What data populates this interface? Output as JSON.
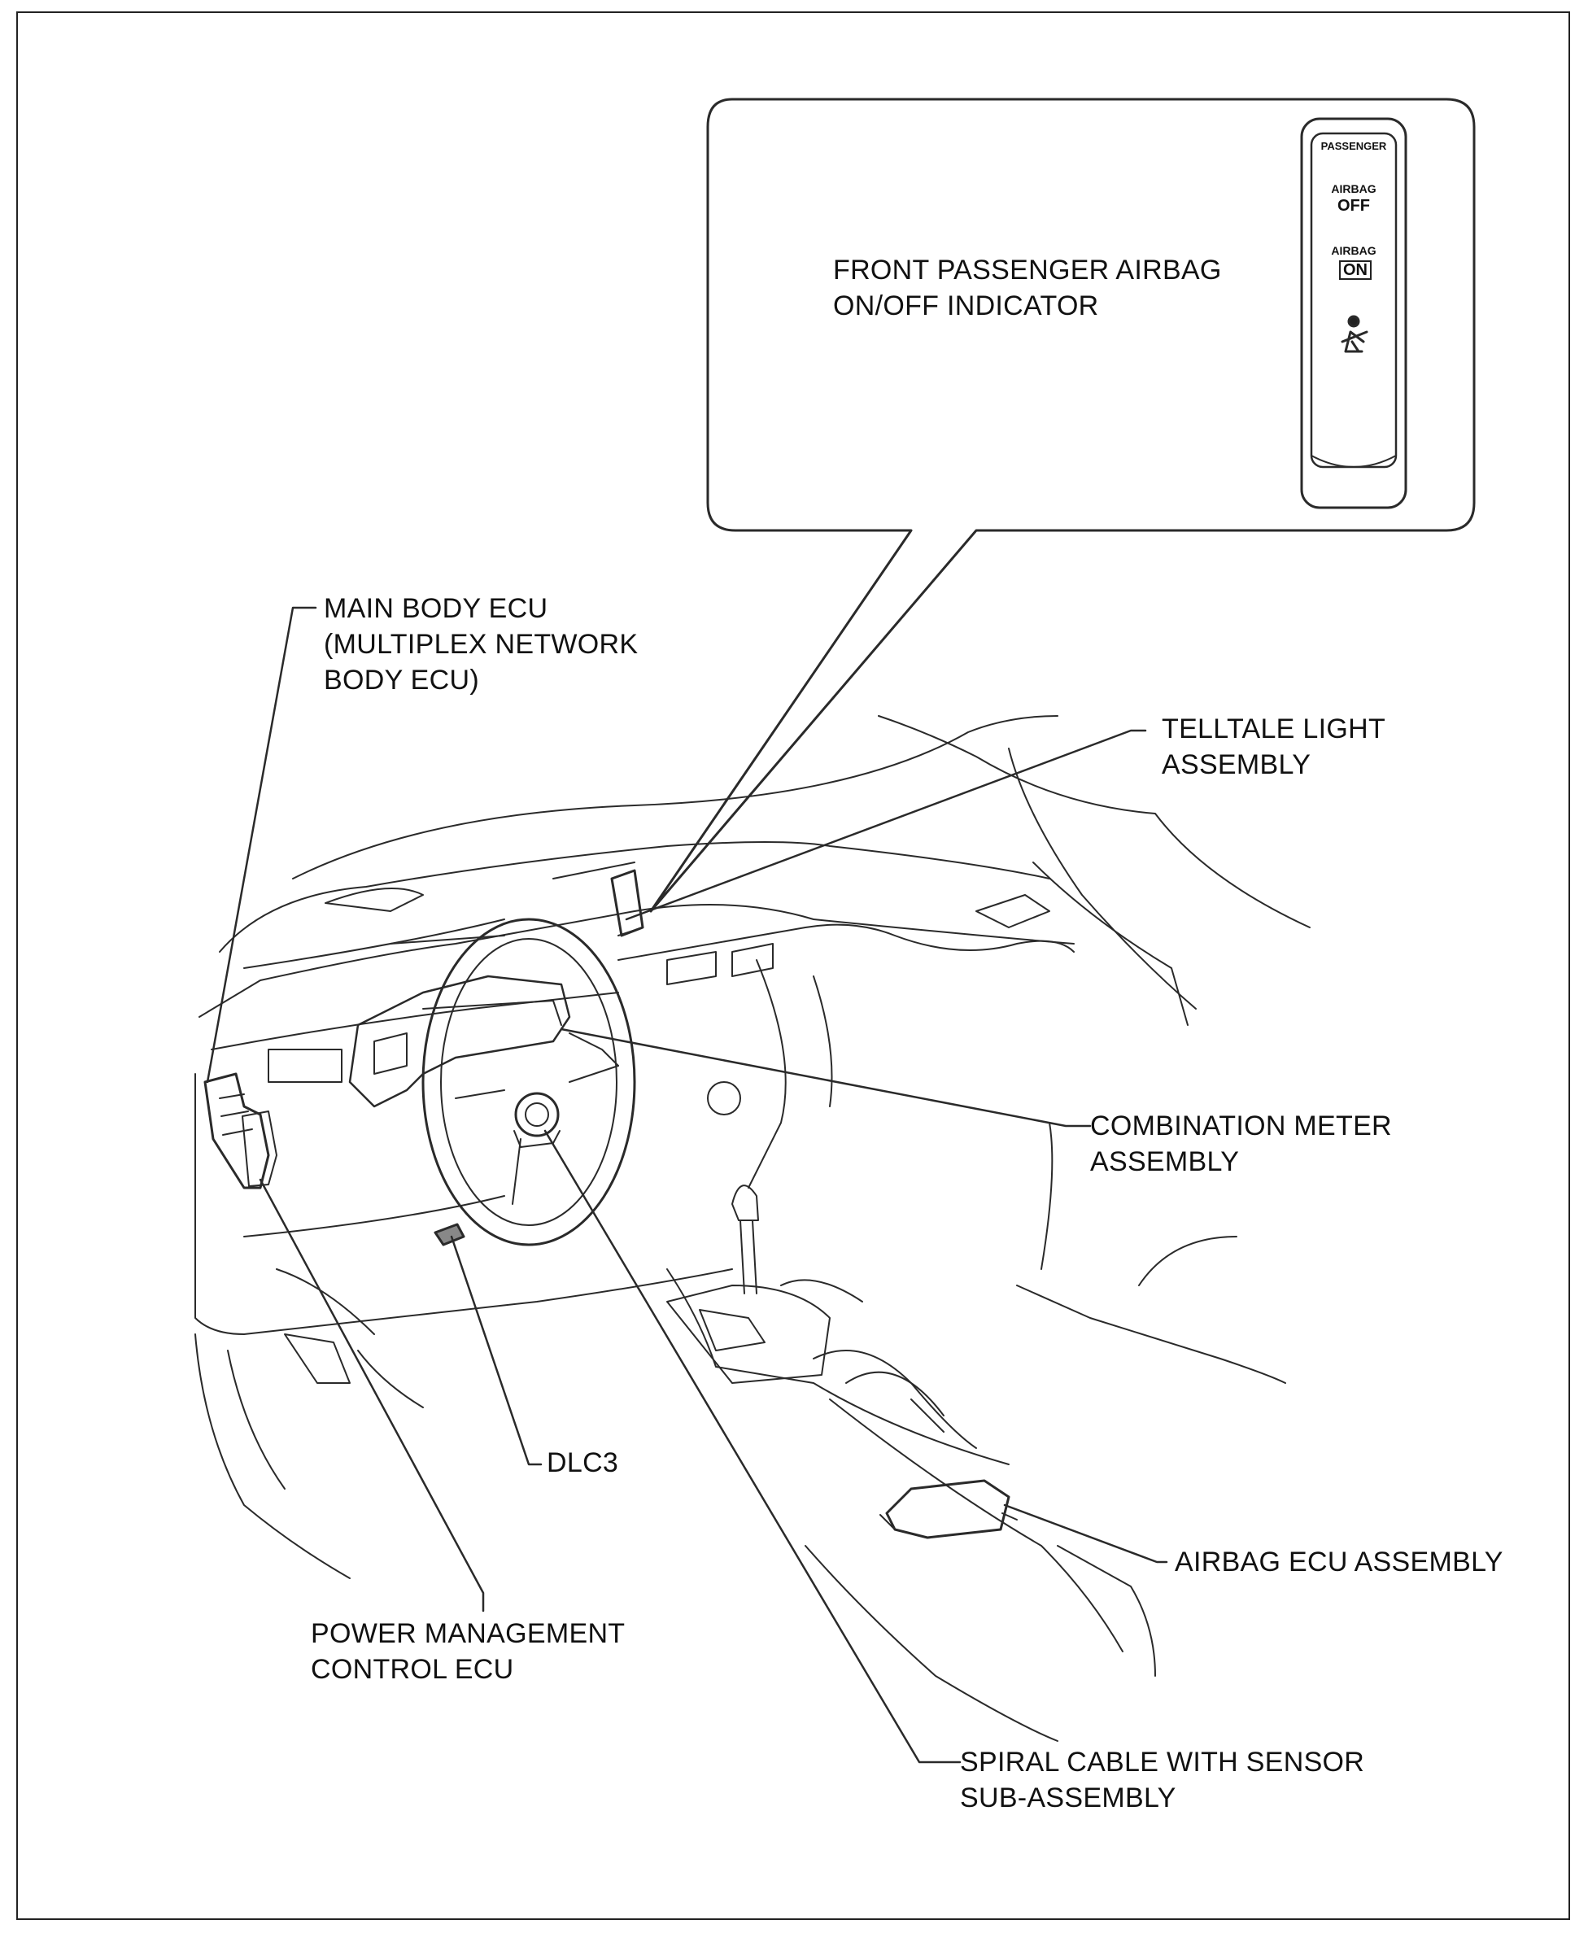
{
  "callouts": {
    "front_passenger_indicator": "FRONT PASSENGER AIRBAG\nON/OFF INDICATOR",
    "main_body_ecu": "MAIN BODY ECU\n(MULTIPLEX NETWORK\nBODY ECU)",
    "telltale_light": "TELLTALE LIGHT\nASSEMBLY",
    "combination_meter": "COMBINATION METER\nASSEMBLY",
    "dlc3": "DLC3",
    "airbag_ecu": "AIRBAG ECU ASSEMBLY",
    "power_management": "POWER MANAGEMENT\nCONTROL ECU",
    "spiral_cable": "SPIRAL CABLE WITH SENSOR\nSUB-ASSEMBLY"
  },
  "indicator_panel": {
    "header": "PASSENGER",
    "airbag_off_small": "AIRBAG",
    "airbag_off_big": "OFF",
    "airbag_on_small": "AIRBAG",
    "airbag_on_big": "ON",
    "seatbelt_icon": "seatbelt-warning-icon"
  },
  "colors": {
    "line": "#222222",
    "background": "#ffffff"
  }
}
